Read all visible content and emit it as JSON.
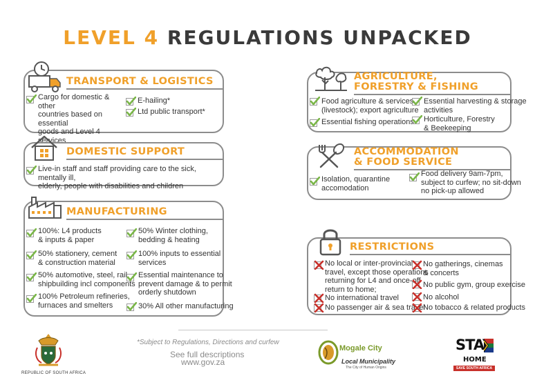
{
  "title": {
    "accent": "LEVEL 4",
    "rest": " REGULATIONS UNPACKED"
  },
  "colors": {
    "accent": "#f0a02a",
    "allowed": "#7ab648",
    "restricted": "#c8302a",
    "border": "#8c8c8c"
  },
  "transport": {
    "title": "TRANSPORT & LOGISTICS",
    "icon": "delivery-truck-icon",
    "items": [
      "Cargo for domestic & other\ncountries based on essential\ngoods and Level 4 services",
      "E-hailing*",
      "Ltd public transport*"
    ]
  },
  "domestic": {
    "title": "DOMESTIC SUPPORT",
    "icon": "house-icon",
    "items": [
      "Live-in staff and staff providing care to the sick, mentally ill,\nelderly, people with disabilities and children"
    ]
  },
  "manufacturing": {
    "title": "MANUFACTURING",
    "icon": "factory-icon",
    "items_left": [
      "100%: L4 products\n& inputs & paper",
      "50% stationery, cement\n& construction material",
      "50% automotive, steel, rail,\nshipbuilding incl components",
      "100% Petroleum refineries,\nfurnaces and smelters"
    ],
    "items_right": [
      "50% Winter clothing,\nbedding & heating",
      "100% inputs to essential\nservices",
      "Essential maintenance to\nprevent damage & to permit\norderly shutdown",
      "30% All other manufacturing"
    ]
  },
  "agriculture": {
    "title_line1": "AGRICULTURE,",
    "title_line2": "FORESTRY & FISHING",
    "icon": "tree-icon",
    "items_left": [
      "Food agriculture & services\n(livestock); export agriculture",
      "Essential fishing operations"
    ],
    "items_right": [
      "Essential harvesting & storage\nactivities",
      "Horticulture, Forestry\n& Beekeeping"
    ]
  },
  "accommodation": {
    "title_line1": "ACCOMMODATION",
    "title_line2": "& FOOD SERVICE",
    "icon": "fork-spoon-icon",
    "items": [
      "Isolation, quarantine\naccomodation",
      "Food delivery 9am-7pm,\nsubject to curfew; no sit-down\nno pick-up allowed"
    ]
  },
  "restrictions": {
    "title": "RESTRICTIONS",
    "icon": "padlock-icon",
    "items_left": [
      "No local or inter-provincial\ntravel, except those operations\nreturning for L4 and once-off\nreturn to home;",
      "No international travel",
      "No passenger air & sea travel"
    ],
    "items_right": [
      "No gatherings, cinemas\n& concerts",
      "No public gym, group exercise",
      "No alcohol",
      "No tobacco & related products"
    ]
  },
  "footer": {
    "note": "*Subject to Regulations, Directions and curfew",
    "see_line1": "See full descriptions",
    "see_line2": "www.gov.za",
    "coat_of_arms_label": "REPUBLIC OF SOUTH AFRICA",
    "mogale_name": "Mogale City",
    "mogale_sub": "Local Municipality",
    "mogale_tag": "The City of Human Origins",
    "stay_word": "STAY",
    "home_word": "HOME",
    "save_sa": "SAVE SOUTH AFRICA"
  }
}
